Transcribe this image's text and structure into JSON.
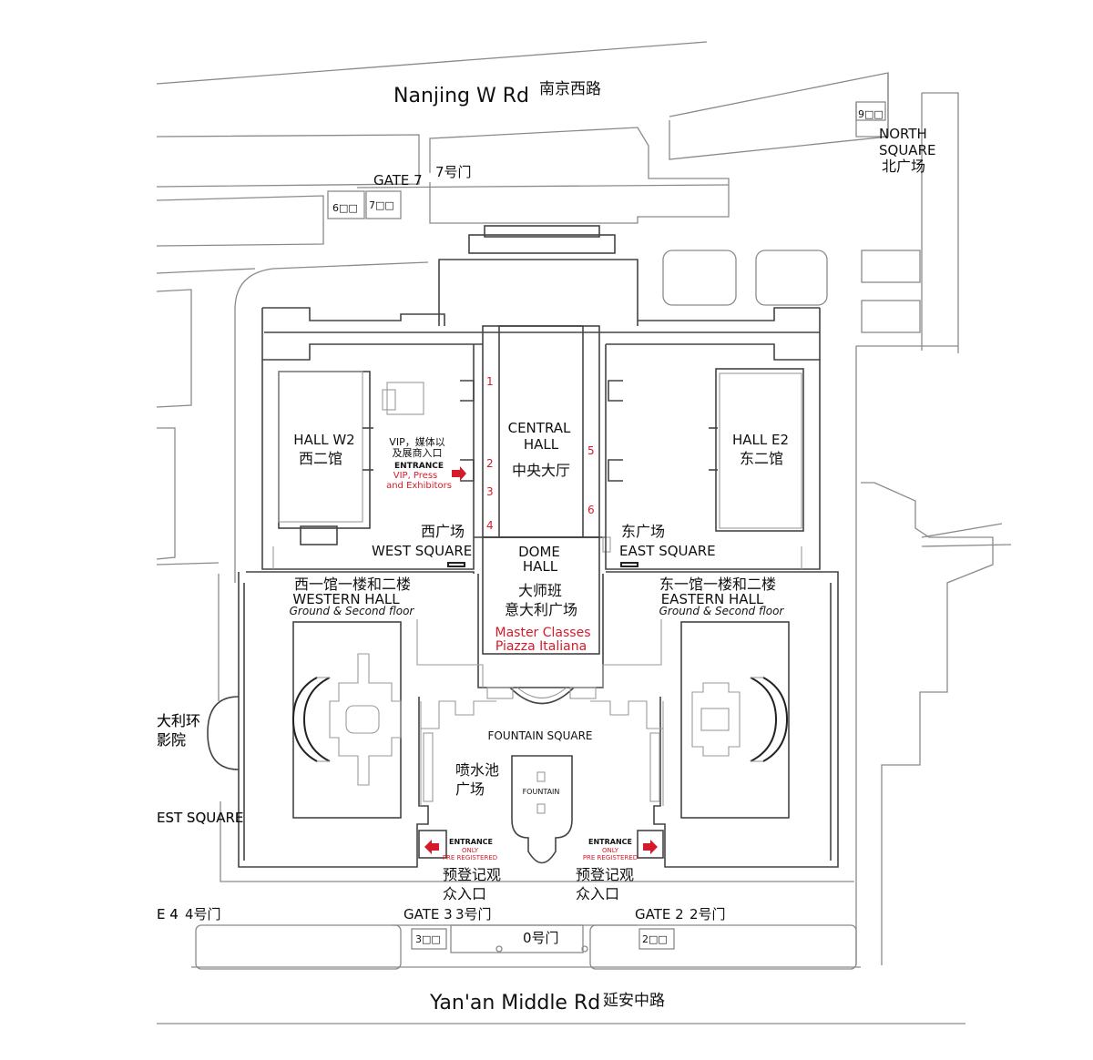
{
  "roads": {
    "north_en": "Nanjing W Rd",
    "north_cn": "南京西路",
    "south_en": "Yan'an Middle Rd",
    "south_cn": "延安中路"
  },
  "gates": {
    "gate7_en": "GATE 7",
    "gate7_cn": "7号门",
    "gate4_en": "E 4",
    "gate4_cn": "4号门",
    "gate3_en": "GATE 3",
    "gate3_cn": "3号门",
    "gate2_en": "GATE 2",
    "gate2_cn": "2号门",
    "gate0_cn": "0号门",
    "box6": "6□□",
    "box7": "7□□",
    "box9": "9□□",
    "box3": "3□□",
    "box2": "2□□"
  },
  "north_square": {
    "line1": "NORTH",
    "line2": "SQUARE",
    "cn": "北广场"
  },
  "hall_w2": {
    "en": "HALL W2",
    "cn": "西二馆"
  },
  "hall_e2": {
    "en": "HALL E2",
    "cn": "东二馆"
  },
  "central_hall": {
    "line1": "CENTRAL",
    "line2": "HALL",
    "cn": "中央大厅"
  },
  "dome_hall": {
    "line1": "DOME",
    "line2": "HALL",
    "cn1": "大师班",
    "cn2": "意大利广场",
    "red1": "Master Classes",
    "red2": "Piazza Italiana"
  },
  "vip_entrance": {
    "cn1": "VIP，媒体以",
    "cn2": "及展商入口",
    "title": "ENTRANCE",
    "red1": "VIP, Press",
    "red2": "and Exhibitors"
  },
  "west_square": {
    "cn": "西广场",
    "en": "WEST SQUARE"
  },
  "east_square": {
    "cn": "东广场",
    "en": "EAST SQUARE"
  },
  "western_hall": {
    "cn": "西一馆一楼和二楼",
    "en": "WESTERN HALL",
    "floor": "Ground & Second floor"
  },
  "eastern_hall": {
    "cn": "东一馆一楼和二楼",
    "en": "EASTERN HALL",
    "floor": "Ground & Second floor"
  },
  "fountain_square": {
    "en": "FOUNTAIN SQUARE",
    "cn1": "喷水池",
    "cn2": "广场",
    "fountain": "FOUNTAIN"
  },
  "reg_entrance_left": {
    "title": "ENTRANCE",
    "red1": "ONLY",
    "red2": "PRE REGISTERED",
    "cn1": "预登记观",
    "cn2": "众入口"
  },
  "reg_entrance_right": {
    "title": "ENTRANCE",
    "red1": "ONLY",
    "red2": "PRE REGISTERED",
    "cn1": "预登记观",
    "cn2": "众入口"
  },
  "west_cinema": {
    "cn1": "大利环",
    "cn2": "影院"
  },
  "west_square_far": "EST SQUARE",
  "door_numbers": [
    "1",
    "2",
    "3",
    "4",
    "5",
    "6"
  ],
  "colors": {
    "accent_red": "#d51b2a",
    "line": "#8a8a8a",
    "wall": "#444444"
  }
}
